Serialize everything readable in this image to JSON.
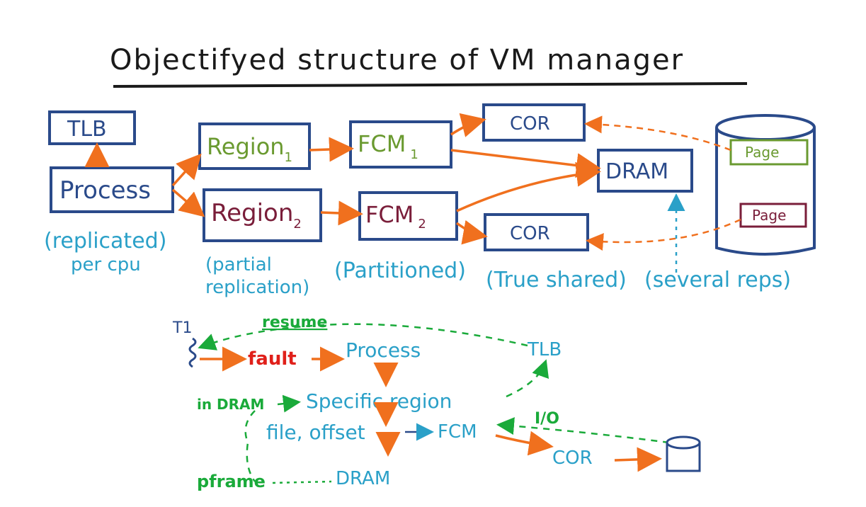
{
  "title": "Objectifyed structure of VM manager",
  "boxes": {
    "tlb": "TLB",
    "process": "Process",
    "region1": "Region",
    "region1_sub": "1",
    "region2": "Region",
    "region2_sub": "2",
    "fcm1": "FCM",
    "fcm1_sub": "1",
    "fcm2": "FCM",
    "fcm2_sub": "2",
    "cor_top": "COR",
    "cor_bottom": "COR",
    "dram": "DRAM",
    "page_top": "Page",
    "page_bottom": "Page"
  },
  "notes": {
    "replicated_line1": "(replicated)",
    "replicated_line2": "per cpu",
    "partial_line1": "(partial",
    "partial_line2": "replication)",
    "partitioned": "(Partitioned)",
    "true_shared": "(True shared)",
    "several_reps": "(several reps)"
  },
  "flow": {
    "thread": "T1",
    "resume": "resume",
    "fault": "fault",
    "process": "Process",
    "tlb": "TLB",
    "in_dram": "in DRAM",
    "specific_region": "Specific region",
    "file_offset": "file, offset",
    "fcm": "FCM",
    "io": "I/O",
    "cor": "COR",
    "pframe": "pframe",
    "dram": "DRAM"
  },
  "colors": {
    "box_outline": "#2a4a8a",
    "arrow": "#f0701e",
    "note": "#2aa0c8",
    "flow_green": "#1aaa3a",
    "fault_red": "#e0201a",
    "region1": "#6a9a30",
    "region2": "#7a1e3a"
  }
}
